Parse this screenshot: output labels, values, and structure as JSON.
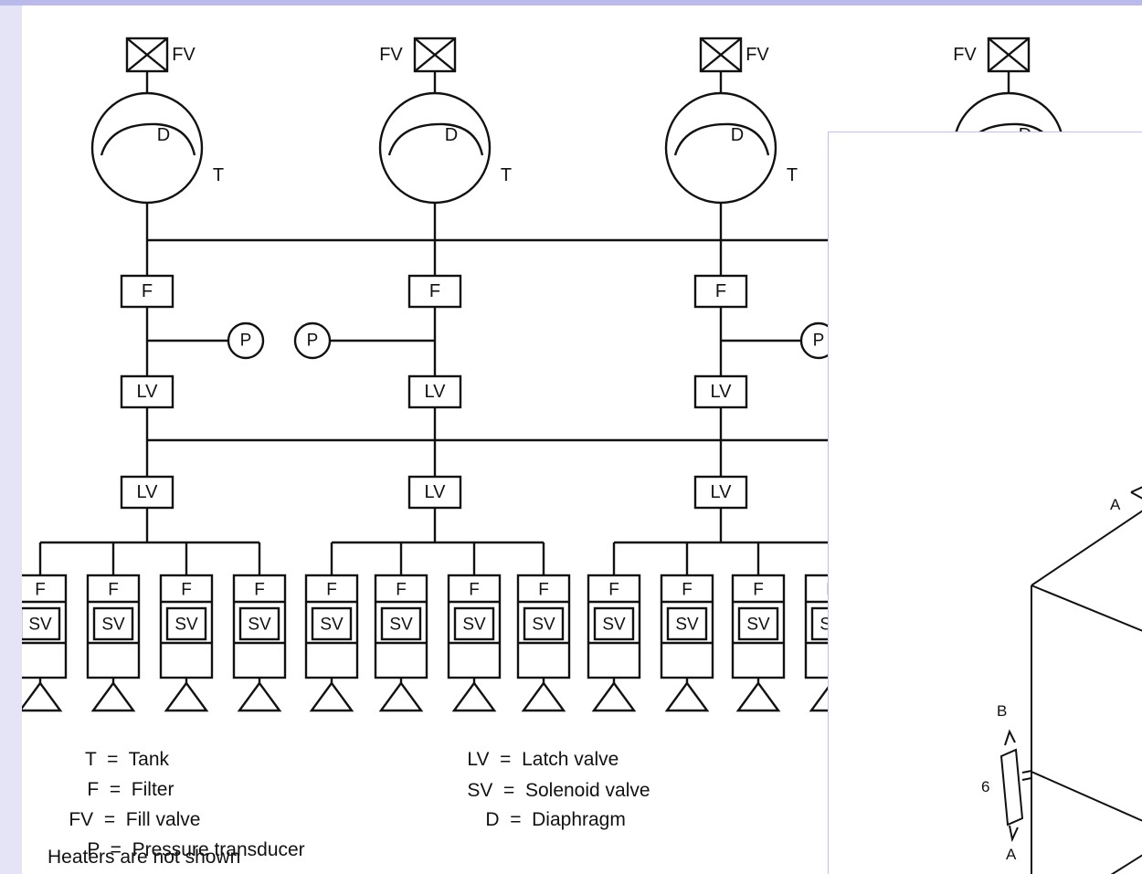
{
  "diagram": {
    "fill_valve_label": "FV",
    "diaphragm_label": "D",
    "tank_label": "T",
    "filter_label": "F",
    "pressure_label": "P",
    "latch_valve_label": "LV",
    "solenoid_valve_label": "SV",
    "legend": [
      {
        "key": "T",
        "eq": "=",
        "desc": "Tank"
      },
      {
        "key": "F",
        "eq": "=",
        "desc": "Filter"
      },
      {
        "key": "FV",
        "eq": "=",
        "desc": "Fill valve"
      },
      {
        "key": "P",
        "eq": "=",
        "desc": "Pressure transducer"
      },
      {
        "key": "LV",
        "eq": "=",
        "desc": "Latch valve"
      },
      {
        "key": "SV",
        "eq": "=",
        "desc": "Solenoid valve"
      },
      {
        "key": "D",
        "eq": "=",
        "desc": "Diaphragm"
      }
    ],
    "note": "Heaters are not shown"
  },
  "overlay_figure": {
    "labels": [
      "A",
      "B",
      "6",
      "A"
    ]
  },
  "colors": {
    "background": "#ffffff",
    "frame": "#b9b9ea",
    "ink": "#111111"
  }
}
